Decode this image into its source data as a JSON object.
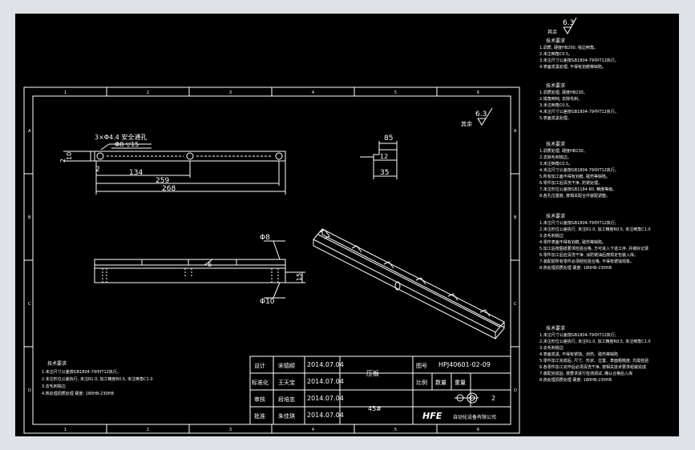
{
  "drawing": {
    "surface_symbol": {
      "value": "6.3",
      "label": "其余"
    },
    "dimensions": {
      "holes": "3×Φ4.4 安全通孔",
      "counterbore": "Φ8 ▽15",
      "left_height": "10",
      "left_offset": "2",
      "h12": "2",
      "d134": "134",
      "d259": "259",
      "d268": "268",
      "side_85": "85",
      "side_12": "12",
      "side_35": "35",
      "phi8": "Φ8",
      "phi10": "Φ10",
      "mid_6": "6",
      "h15": "15"
    },
    "zone_cols": [
      "1",
      "2",
      "3",
      "4",
      "5",
      "6"
    ],
    "zone_rows": [
      "A",
      "B",
      "C",
      "D"
    ],
    "tech_title": "技术要求",
    "tech_lines": [
      "1.未注尺寸公差按GB1804-79中IT12执行。",
      "2.未注形位公差执行, 未注R1.0, 加工精度R0.5, 未注倒角C1.0",
      "3.去毛刺锐边",
      "4.热处理调质处理 硬度: 180HB-230HB"
    ]
  },
  "title_block": {
    "rows": [
      {
        "role": "设计",
        "name": "宋德顺",
        "date": "2014.07.04"
      },
      {
        "role": "标准化",
        "name": "王天宝",
        "date": "2014.07.04"
      },
      {
        "role": "审核",
        "name": "段培忠",
        "date": "2014.07.04"
      },
      {
        "role": "批准",
        "name": "朱佳琪",
        "date": "2014.07.04"
      }
    ],
    "part_name": "压板",
    "material": "45#",
    "drawing_no_label": "图号",
    "drawing_no": "HPJ40601-02-09",
    "scale_label": "比例",
    "count_label": "数量",
    "weight_label": "重量",
    "sheet": "2",
    "company": "自动化设备有限公司",
    "logo": "HFE"
  },
  "right_notes": [
    {
      "surface": {
        "value": "6.3",
        "label": "其余"
      },
      "title": "技术要求",
      "lines": [
        "1.调质, 硬度HB200, 锐边倒角。",
        "2.未注倒角C0.5。",
        "3.未注尺寸公差按GB1804-79中IT12执行。",
        "4.表面发黑处理, 不得有划痕等缺陷。"
      ]
    },
    {
      "title": "技术要求",
      "lines": [
        "1.调质处理, 硬度HB230。",
        "2.锐角倒钝, 去除毛刺。",
        "3.未注倒角C0.5。",
        "4.未注尺寸公差按GB1804-79中IT12执行。",
        "5.表面发黑处理。"
      ]
    },
    {
      "title": "技术要求",
      "lines": [
        "1.调质处理, 硬度HB230。",
        "2.去除毛刺锐边。",
        "3.未注倒角C0.5。",
        "4.未注尺寸公差按GB1804-79中IT12执行。",
        "5.所有加工面不得有划痕, 碰伤等缺陷。",
        "6.零件加工后清洗干净, 防锈处理。",
        "7.未注形位公差按GB1184-80, 精度等级。",
        "8.各孔位置度, 按相关配合件装配调整。"
      ]
    },
    {
      "title": "技术要求",
      "lines": [
        "1.未注尺寸公差按GB1804-79中IT12执行。",
        "2.未注形位公差执行, 未注R1.0, 加工精度R0.5, 未注倒角C1.0",
        "3.去毛刺锐边",
        "4.零件表面不得有划痕, 碰伤等缺陷。",
        "5.加工后按图纸要求检验合格, 方可进入下道工序, 并做好记录",
        "6.零件加工后应清洗干净, 涂防锈油后按规定包装入库。",
        "7.装配前所有零件必须经检验合格, 不得有锈蚀现象。",
        "8.热处理调质处理 硬度: 180HB-230HB"
      ]
    },
    {
      "title": "技术要求",
      "lines": [
        "1.未注尺寸公差按GB1804-79中IT12执行。",
        "2.未注形位公差执行, 未注R1.0, 加工精度R0.5, 未注倒角C1.0",
        "3.去毛刺锐边",
        "4.表面发黑, 不得有锈蚀、划伤、碰伤等缺陷",
        "5.零件加工完成后, 尺寸、形状、位置、表面粗糙度, 均需检验",
        "6.各零件加工完毕后必须清洗干净, 按相关技术要求组装完成",
        "7.装配完成后, 按要求进行检测调试, 确认合格后入库",
        "8.热处理调质处理 硬度: 180HB-230HB"
      ]
    }
  ]
}
